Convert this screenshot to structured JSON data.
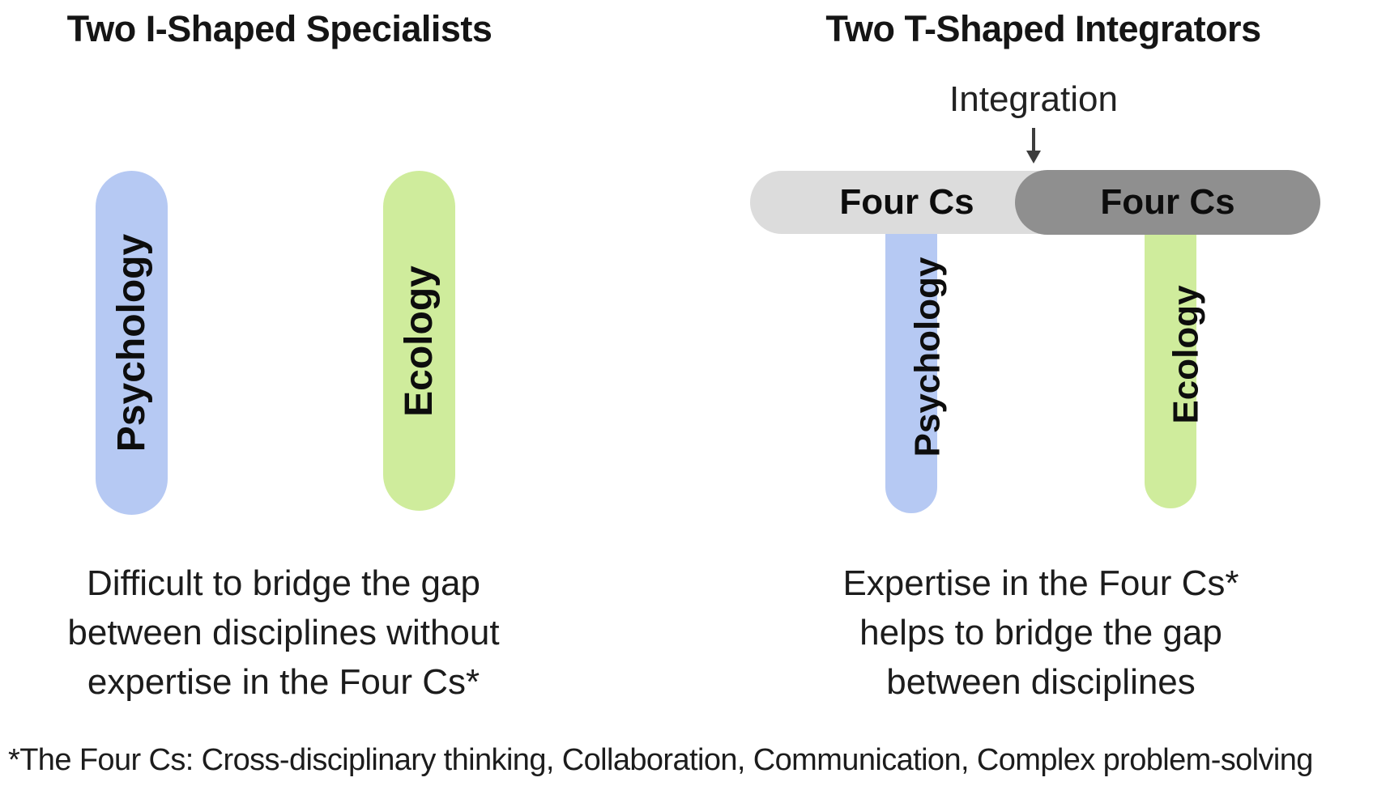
{
  "left_panel": {
    "title": "Two I-Shaped Specialists",
    "bars": [
      {
        "label": "Psychology",
        "color": "#b6c9f3"
      },
      {
        "label": "Ecology",
        "color": "#cfec9c"
      }
    ],
    "caption": {
      "line1": "Difficult to bridge the gap",
      "line2": "between disciplines without",
      "line3": "expertise in the Four Cs*"
    }
  },
  "right_panel": {
    "title": "Two T-Shaped Integrators",
    "integration_label": "Integration",
    "pills": [
      {
        "label": "Four Cs",
        "color": "#dcdcdc"
      },
      {
        "label": "Four Cs",
        "color": "#8f8f8f"
      }
    ],
    "bars": [
      {
        "label": "Psychology",
        "color": "#b6c9f3"
      },
      {
        "label": "Ecology",
        "color": "#cfec9c"
      }
    ],
    "caption": {
      "line1": "Expertise in the Four Cs*",
      "line2": "helps to bridge the gap",
      "line3": "between disciplines"
    }
  },
  "footnote": "*The Four Cs: Cross-disciplinary thinking, Collaboration, Communication, Complex problem-solving",
  "colors": {
    "background": "#ffffff",
    "psychology_blue": "#b6c9f3",
    "ecology_green": "#cfec9c",
    "pill_light_gray": "#dcdcdc",
    "pill_dark_gray": "#8f8f8f",
    "text": "#161616",
    "arrow": "#3d3d3d"
  }
}
